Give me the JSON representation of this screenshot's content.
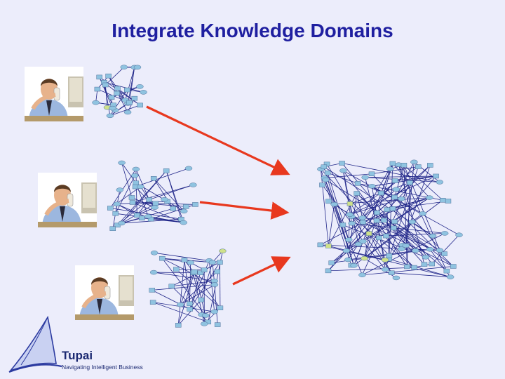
{
  "slide": {
    "title": "Integrate Knowledge Domains"
  },
  "diagram": {
    "people": [
      {
        "id": "expert-1",
        "icon": "person-on-phone"
      },
      {
        "id": "expert-2",
        "icon": "person-on-phone"
      },
      {
        "id": "expert-3",
        "icon": "person-on-phone"
      }
    ],
    "networks": [
      {
        "id": "domain-network-1",
        "nodes": 26
      },
      {
        "id": "domain-network-2",
        "nodes": 34
      },
      {
        "id": "domain-network-3",
        "nodes": 32
      },
      {
        "id": "integrated-network",
        "nodes": 90
      }
    ],
    "arrow_color": "#e8381e",
    "node_color": "#8fc3e0",
    "highlight_node_color": "#cfe18a",
    "edge_color": "#22288a"
  },
  "logo": {
    "name": "Tupai",
    "tagline": "Navigating Intelligent Business"
  }
}
